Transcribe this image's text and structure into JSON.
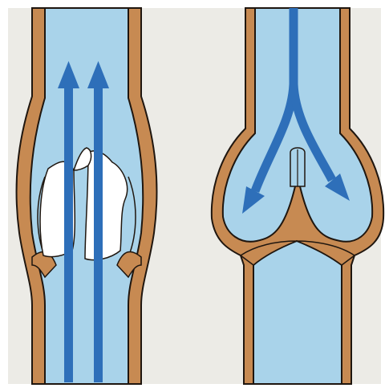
{
  "figure": {
    "panels": [
      {
        "id": "open-valve",
        "state": "open",
        "flow_direction": "upward",
        "arrow_count": 2
      },
      {
        "id": "closed-valve",
        "state": "closed",
        "flow_direction": "downward-split",
        "arrow_count": 2
      }
    ],
    "colors": {
      "background": "#ECEBE6",
      "frame": "#FFFFFF",
      "vessel_wall": "#C78A52",
      "wall_outline": "#1F160F",
      "blood": "#A9D3EA",
      "blood_dark": "#8EC3E1",
      "arrow": "#2E6FB9",
      "valve_leaflet": "#FFFFFF"
    }
  }
}
